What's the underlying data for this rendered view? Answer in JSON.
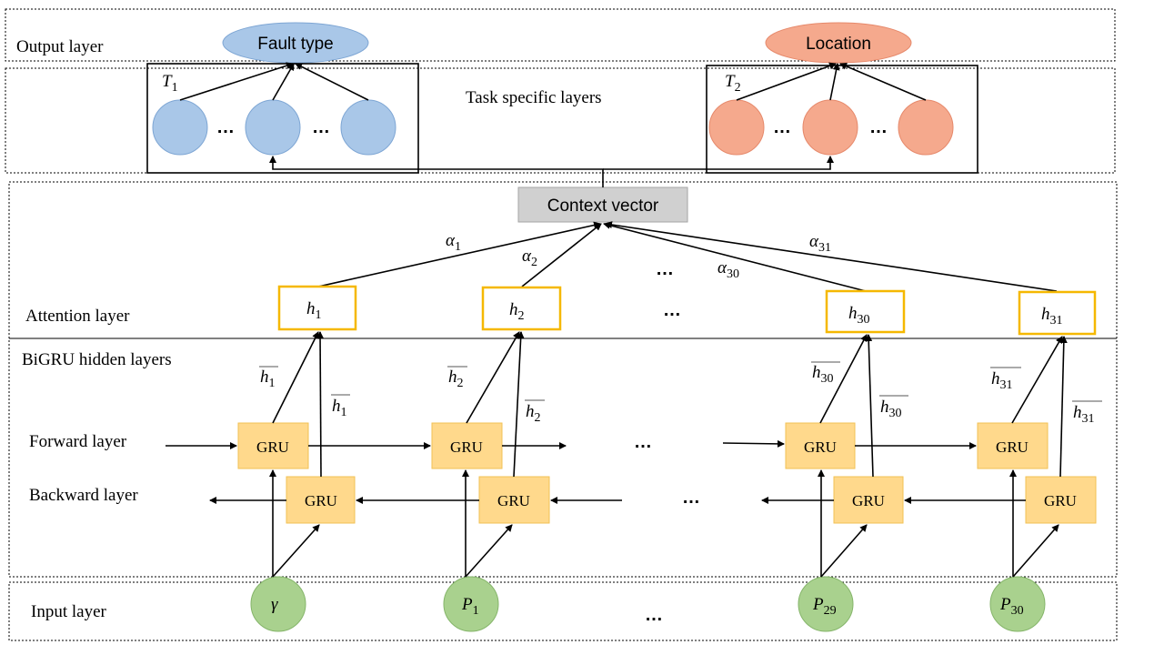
{
  "layers": {
    "output": "Output layer",
    "task": "Task specific layers",
    "attention": "Attention  layer",
    "bigru": "BiGRU  hidden layers",
    "forward": "Forward layer",
    "backward": "Backward layer",
    "input": "Input layer"
  },
  "outputs": {
    "fault_type": "Fault type",
    "location": "Location"
  },
  "tasks": [
    {
      "var": "T",
      "sub": "1"
    },
    {
      "var": "T",
      "sub": "2"
    }
  ],
  "context_vector": "Context vector",
  "gru_label": "GRU",
  "ellipsis": "…",
  "attention_weights": [
    {
      "var": "α",
      "sub": "1"
    },
    {
      "var": "α",
      "sub": "2"
    },
    {
      "var": "α",
      "sub": "30"
    },
    {
      "var": "α",
      "sub": "31"
    }
  ],
  "hidden_states": [
    {
      "var": "h",
      "sub": "1"
    },
    {
      "var": "h",
      "sub": "2"
    },
    {
      "var": "h",
      "sub": "30"
    },
    {
      "var": "h",
      "sub": "31"
    }
  ],
  "forward_states": [
    {
      "var": "h",
      "sub": "1"
    },
    {
      "var": "h",
      "sub": "2"
    },
    {
      "var": "h",
      "sub": "30"
    },
    {
      "var": "h",
      "sub": "31"
    }
  ],
  "backward_states": [
    {
      "var": "h",
      "sub": "1"
    },
    {
      "var": "h",
      "sub": "2"
    },
    {
      "var": "h",
      "sub": "30"
    },
    {
      "var": "h",
      "sub": "31"
    }
  ],
  "inputs": [
    {
      "var": "γ",
      "sub": ""
    },
    {
      "var": "P",
      "sub": "1"
    },
    {
      "var": "P",
      "sub": "29"
    },
    {
      "var": "P",
      "sub": "30"
    }
  ],
  "colors": {
    "task1_nodes": "#a9c7e8",
    "task2_nodes": "#f5a98d",
    "input_nodes": "#a9d18e",
    "gru_boxes": "#ffd98c",
    "hidden_box_border": "#f5b800",
    "context_box": "#d0d0d0"
  }
}
